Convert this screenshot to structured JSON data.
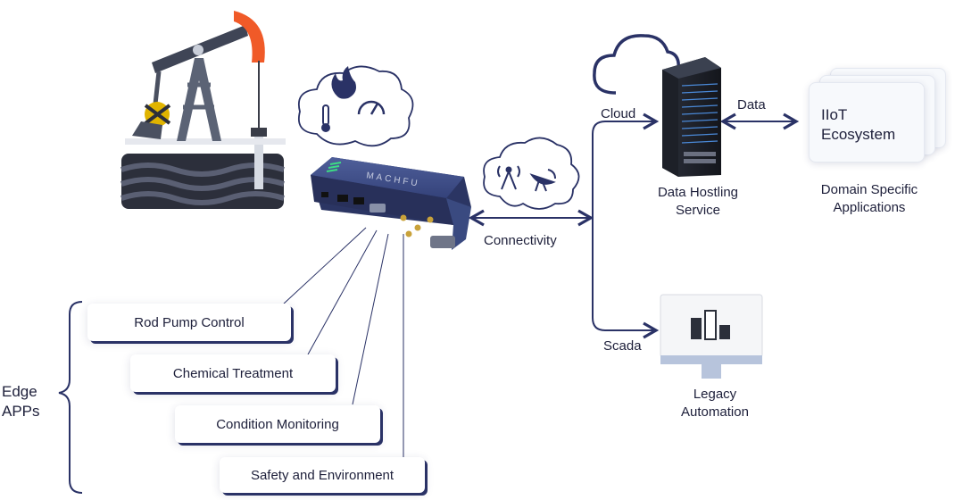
{
  "edge_apps_label": [
    "Edge",
    "APPs"
  ],
  "apps": [
    "Rod Pump Control",
    "Chemical Treatment",
    "Condition Monitoring",
    "Safety and Environment"
  ],
  "device_brand": "MACHFU",
  "connectivity_label": "Connectivity",
  "cloud_label": "Cloud",
  "scada_label": "Scada",
  "data_label": "Data",
  "server_label": [
    "Data Hostling",
    "Service"
  ],
  "iiot_title": [
    "IIoT",
    "Ecosystem"
  ],
  "iiot_caption": [
    "Domain Specific",
    "Applications"
  ],
  "legacy_label": [
    "Legacy",
    "Automation"
  ],
  "colors": {
    "navy": "#2a3266",
    "accent_orange": "#f05a28",
    "device_blue": "#3a4a80",
    "green_led": "#3ddc84"
  },
  "icons": [
    "oil-pump-icon",
    "flame-icon",
    "thermometer-icon",
    "gauge-icon",
    "antenna-icon",
    "satellite-dish-icon",
    "cloud-icon",
    "server-rack-icon",
    "monitor-icon"
  ]
}
